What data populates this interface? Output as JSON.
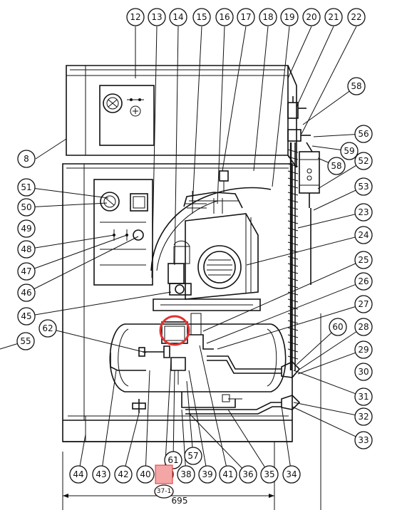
{
  "diagram": {
    "callouts_top": [
      "12",
      "13",
      "14",
      "15",
      "16",
      "17",
      "18",
      "19",
      "20",
      "21",
      "22"
    ],
    "callouts_right": [
      "58",
      "56",
      "59",
      "58",
      "52",
      "53",
      "23",
      "24",
      "25",
      "26",
      "27",
      "60",
      "28",
      "29",
      "30",
      "31",
      "32",
      "33"
    ],
    "callouts_left": [
      "8",
      "51",
      "50",
      "49",
      "48",
      "47",
      "46",
      "45",
      "62",
      "55"
    ],
    "callouts_bottom": [
      "44",
      "43",
      "42",
      "40",
      "37",
      "38",
      "39",
      "41",
      "36",
      "35",
      "34"
    ],
    "callouts_lower_mid": [
      "61",
      "57"
    ],
    "sub_label": "37-1",
    "dimension_label": "695",
    "highlighted_part": "37",
    "highlight_color": "#e23333",
    "highlight_box_color": "#f4a6a6"
  }
}
